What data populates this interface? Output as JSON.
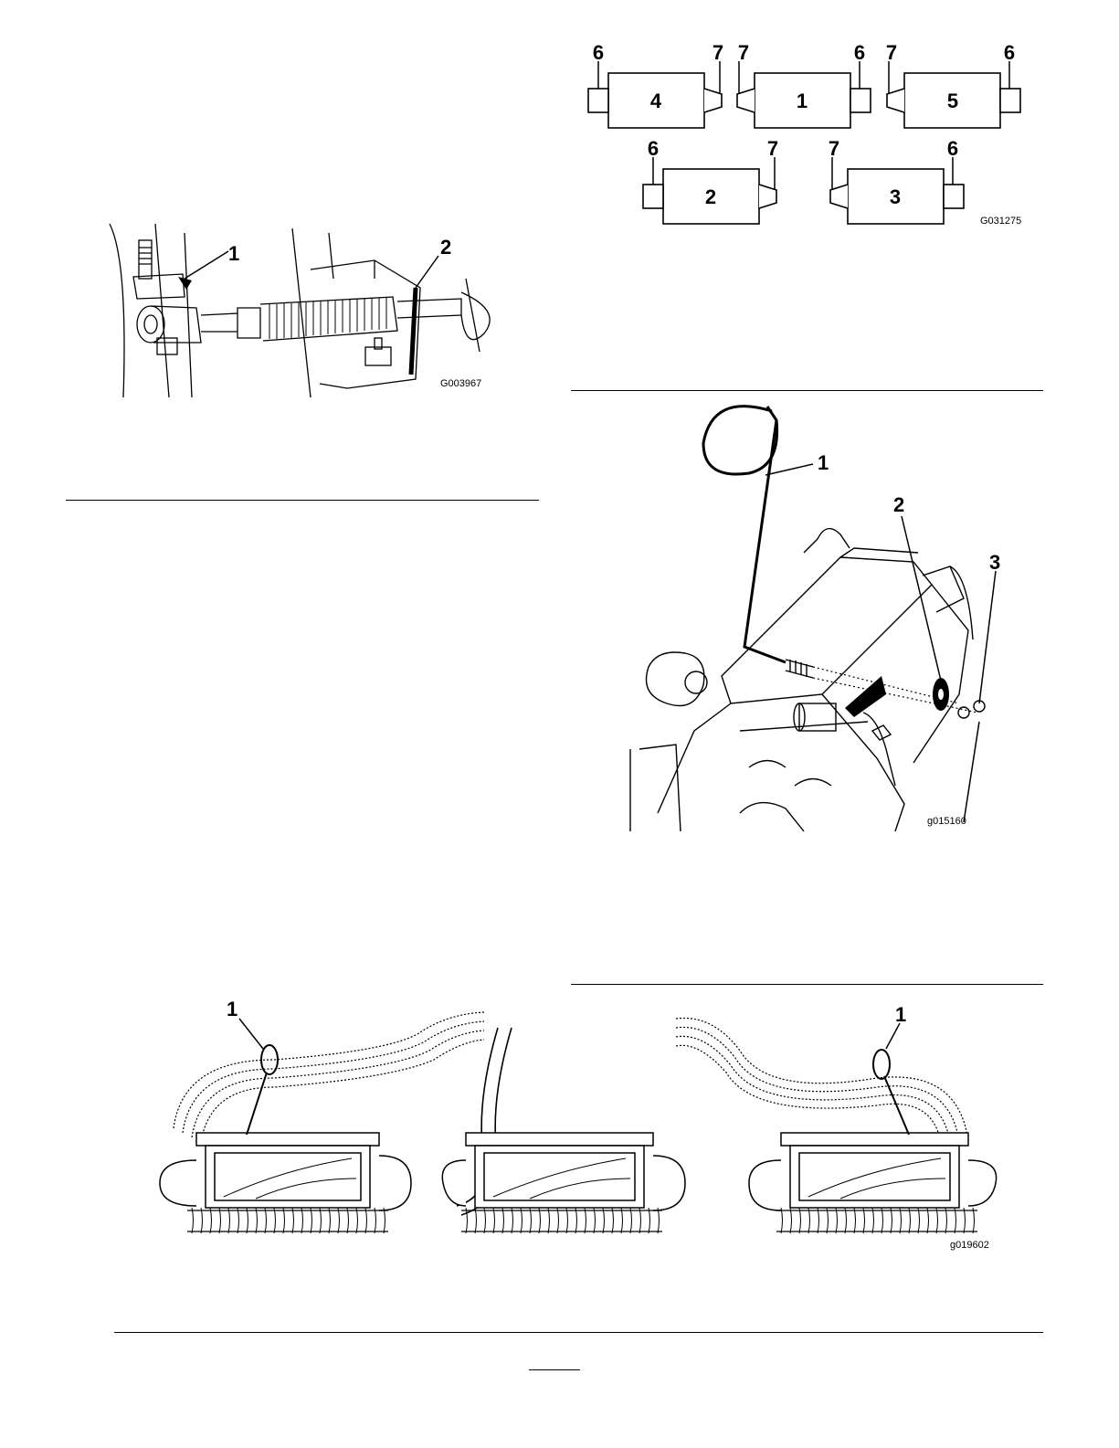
{
  "fig_linkage": {
    "callouts": [
      "1",
      "2"
    ],
    "code": "G003967"
  },
  "fig_cutting_units": {
    "units": [
      "4",
      "1",
      "5",
      "2",
      "3"
    ],
    "side_labels": [
      "6",
      "7",
      "7",
      "6",
      "7",
      "6",
      "6",
      "7",
      "7",
      "6"
    ],
    "code": "G031275"
  },
  "fig_reel": {
    "callouts": [
      "1",
      "2",
      "3"
    ],
    "code": "g015160"
  },
  "fig_hoses": {
    "callouts": [
      "1",
      "1"
    ],
    "code": "g019602"
  }
}
